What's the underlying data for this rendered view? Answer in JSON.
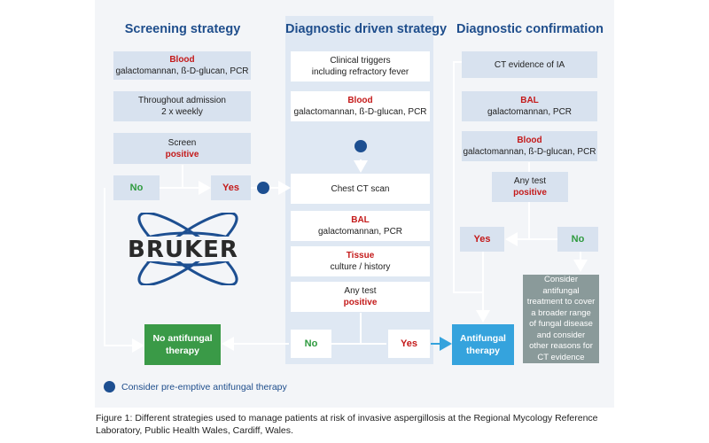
{
  "headers": {
    "screening": "Screening strategy",
    "diagnostic_driven": "Diagnostic driven strategy",
    "confirmation": "Diagnostic confirmation"
  },
  "screening": {
    "box1": {
      "title": "Blood",
      "text": "galactomannan, ß-D-glucan, PCR"
    },
    "box2": {
      "line1": "Throughout admission",
      "line2": "2 x weekly"
    },
    "box3": {
      "line1": "Screen",
      "line2": "positive"
    },
    "no": "No",
    "yes": "Yes",
    "no_antifungal": {
      "line1": "No antifungal",
      "line2": "therapy"
    }
  },
  "driven": {
    "box1": {
      "line1": "Clinical triggers",
      "line2": "including refractory fever"
    },
    "box2": {
      "title": "Blood",
      "text": "galactomannan, ß-D-glucan, PCR"
    },
    "box3": "Chest CT scan",
    "box4": {
      "title": "BAL",
      "text": "galactomannan, PCR"
    },
    "box5": {
      "title": "Tissue",
      "text": "culture / history"
    },
    "box6": {
      "line1": "Any test",
      "line2": "positive"
    },
    "no": "No",
    "yes": "Yes"
  },
  "confirmation": {
    "box1": "CT evidence of IA",
    "box2": {
      "title": "BAL",
      "text": "galactomannan, PCR"
    },
    "box3": {
      "title": "Blood",
      "text": "galactomannan, ß-D-glucan, PCR"
    },
    "box4": {
      "line1": "Any test",
      "line2": "positive"
    },
    "yes": "Yes",
    "no": "No",
    "antifungal": {
      "line1": "Antifungal",
      "line2": "therapy"
    },
    "consider": "Consider antifungal treatment to cover a broader range of fungal disease and consider other reasons for CT evidence"
  },
  "logo": "BRUKER",
  "legend": "Consider pre-emptive antifungal therapy",
  "caption": "Figure 1: Different strategies used to manage patients at risk of invasive aspergillosis at the Regional Mycology Reference Laboratory, Public Health Wales, Cardiff, Wales.",
  "colors": {
    "accent_blue": "#1f4e8c",
    "red": "#c41a1a",
    "green": "#3a9a47",
    "therapy_blue": "#35a3dd",
    "grey": "#8a9a9a"
  }
}
